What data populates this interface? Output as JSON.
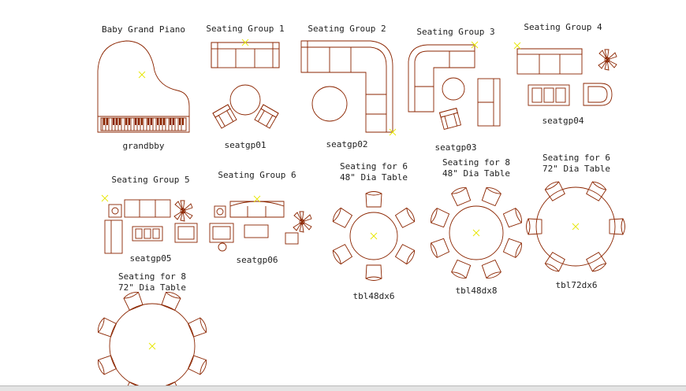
{
  "colors": {
    "line": "#8b2500",
    "marker": "#e6e600",
    "text": "#222222",
    "background": "#ffffff"
  },
  "blocks": {
    "piano": {
      "title": "Baby Grand Piano",
      "name": "grandbby"
    },
    "sg1": {
      "title": "Seating Group 1",
      "name": "seatgp01"
    },
    "sg2": {
      "title": "Seating Group 2",
      "name": "seatgp02"
    },
    "sg3": {
      "title": "Seating Group 3",
      "name": "seatgp03"
    },
    "sg4": {
      "title": "Seating Group 4",
      "name": "seatgp04"
    },
    "sg5": {
      "title": "Seating Group 5",
      "name": "seatgp05"
    },
    "sg6": {
      "title": "Seating Group 6",
      "name": "seatgp06"
    },
    "t48x6": {
      "title1": "Seating for 6",
      "title2": "48\" Dia Table",
      "name": "tbl48dx6"
    },
    "t48x8": {
      "title1": "Seating for 8",
      "title2": "48\" Dia Table",
      "name": "tbl48dx8"
    },
    "t72x6": {
      "title1": "Seating for 6",
      "title2": "72\" Dia Table",
      "name": "tbl72dx6"
    },
    "t72x8": {
      "title1": "Seating for 8",
      "title2": "72\" Dia Table"
    }
  }
}
